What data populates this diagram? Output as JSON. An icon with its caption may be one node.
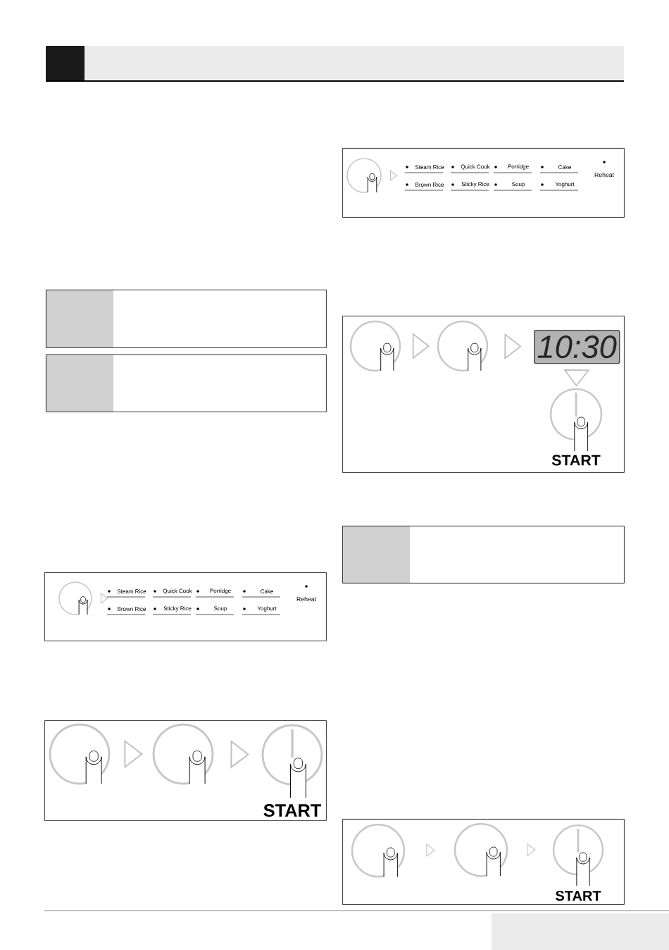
{
  "diagram": {
    "nodes": [
      {
        "text": [],
        "shape": "box"
      },
      {
        "text": [],
        "shape": "box"
      },
      {
        "text": [
          "Steam Rice",
          "Quick Cook",
          "Porridge",
          "Cake",
          "Brown Rice",
          "Sticky Rice",
          "Soup",
          "Yoghurt",
          "Reheat"
        ]
      },
      {
        "text": [],
        "shape": "circle",
        "in": 2
      },
      {
        "text": [],
        "shape": "box"
      },
      {
        "text": [],
        "shape": "circle",
        "in": 4
      },
      {
        "text": [],
        "shape": "circle",
        "in": 4
      },
      {
        "text": [],
        "shape": "circle",
        "in": 4,
        "beside": [
          "START"
        ]
      },
      {
        "text": [
          "Steam Rice",
          "Quick Cook",
          "Porridge",
          "Cake",
          "Brown Rice",
          "Sticky Rice",
          "Soup",
          "Yoghurt",
          "Reheat"
        ]
      },
      {
        "text": [],
        "shape": "circle",
        "in": 8
      },
      {
        "text": [],
        "shape": "box"
      },
      {
        "text": [],
        "shape": "circle",
        "in": 10
      },
      {
        "text": [],
        "shape": "circle",
        "in": 10
      },
      {
        "text": [
          "10:30"
        ],
        "in": 10
      },
      {
        "text": [],
        "shape": "circle",
        "in": 10,
        "beside": [
          "START"
        ]
      },
      {
        "text": [],
        "shape": "box"
      },
      {
        "text": [],
        "shape": "box"
      },
      {
        "text": [],
        "shape": "circle",
        "in": 16
      },
      {
        "text": [],
        "shape": "circle",
        "in": 16
      },
      {
        "text": [],
        "shape": "circle",
        "in": 16,
        "beside": [
          "START"
        ]
      }
    ],
    "edges": [
      {
        "from": 3,
        "to": null,
        "arrow": "to"
      },
      {
        "from": 5,
        "to": 6,
        "arrow": "to"
      },
      {
        "from": 6,
        "to": 7,
        "arrow": "to"
      },
      {
        "from": 9,
        "to": null,
        "arrow": "to"
      },
      {
        "from": 11,
        "to": 12,
        "arrow": "to"
      },
      {
        "from": 12,
        "to": 13,
        "arrow": "to"
      },
      {
        "from": 13,
        "to": 14,
        "arrow": "to"
      },
      {
        "from": 17,
        "to": 18,
        "arrow": "to"
      },
      {
        "from": 18,
        "to": 19,
        "arrow": "to"
      }
    ]
  }
}
